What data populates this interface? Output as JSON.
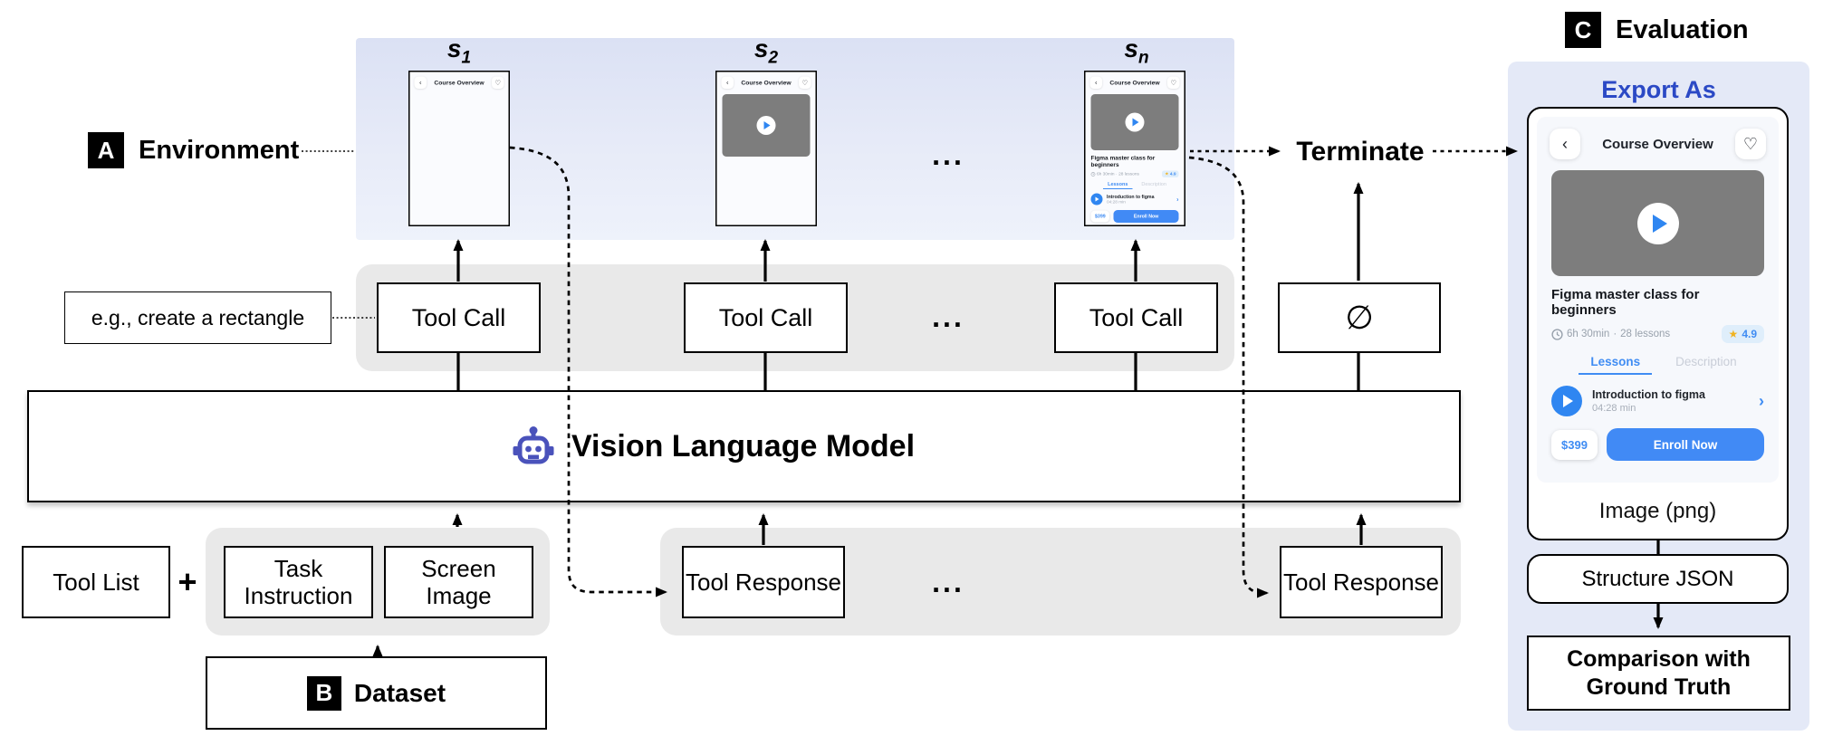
{
  "labels": {
    "section_a": {
      "letter": "A",
      "title": "Environment"
    },
    "section_b": {
      "letter": "B",
      "title": "Dataset"
    },
    "section_c": {
      "letter": "C",
      "title": "Evaluation"
    },
    "terminate": "Terminate",
    "empty_set": "∅",
    "eg_note": "e.g., create a rectangle",
    "vlm": "Vision Language Model",
    "tool_call": "Tool Call",
    "tool_response": "Tool Response",
    "tool_list": "Tool List",
    "plus": "+",
    "task_instruction": "Task Instruction",
    "screen_image": "Screen Image",
    "ellipsis": "..."
  },
  "states": [
    {
      "base": "s",
      "sub": "1"
    },
    {
      "base": "s",
      "sub": "2"
    },
    {
      "base": "s",
      "sub": "n"
    }
  ],
  "phone": {
    "header_title": "Course Overview",
    "course_name": "Figma master class for beginners",
    "duration": "6h 30min",
    "lesson_count": "28 lessons",
    "rating": "4.9",
    "tabs": {
      "lessons": "Lessons",
      "description": "Description"
    },
    "lesson": {
      "title": "Introduction to figma",
      "duration": "04:28 min"
    },
    "price": "$399",
    "enroll": "Enroll Now",
    "icons": {
      "back": "‹",
      "heart": "♡",
      "star": "★",
      "chevron": "›",
      "separator": "·"
    }
  },
  "evaluation": {
    "export_as": "Export As",
    "image_label": "Image (png)",
    "structure_json": "Structure JSON",
    "comparison": "Comparison with Ground Truth"
  },
  "colors": {
    "accent_blue": "#418af5",
    "export_blue": "#2b49c5",
    "robot_indigo": "#4a52bb",
    "star_yellow": "#f0b321",
    "env_band": "#dde3f5",
    "eval_panel": "#e4e9f7",
    "gray_band": "#e9e9e9",
    "video_gray": "#7d7d7d"
  }
}
